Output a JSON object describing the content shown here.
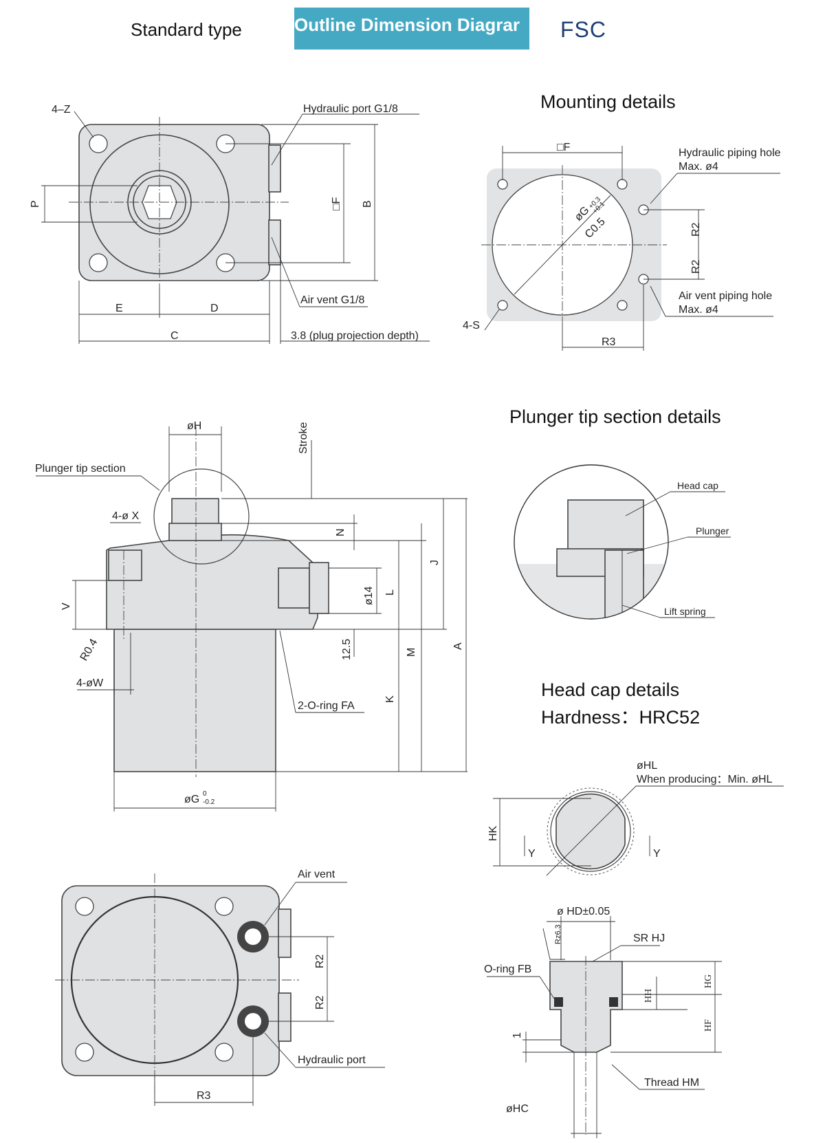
{
  "header": {
    "standard_type": "Standard type",
    "title_banner": "Outline Dimension Diagrar",
    "model": "FSC",
    "banner_color": "#45a9c4",
    "model_color": "#1d3f75"
  },
  "sections": {
    "mounting_details": "Mounting details",
    "plunger_tip_details": "Plunger tip section details",
    "head_cap_details": "Head cap details",
    "hardness": "Hardness：HRC52"
  },
  "top_view": {
    "label_4z": "4–Z",
    "hydraulic_port": "Hydraulic port G1/8",
    "air_vent": "Air vent G1/8",
    "dim_p": "P",
    "dim_f": "□F",
    "dim_b": "B",
    "dim_e": "E",
    "dim_d": "D",
    "dim_c": "C",
    "plug_projection": "3.8 (plug projection depth)"
  },
  "mounting": {
    "dim_f": "□F",
    "dia_g": "øG",
    "tol_g_upper": "+0.3",
    "tol_g_lower": "+0.1",
    "chamfer": "C0.5",
    "hydraulic_hole": "Hydraulic piping hole",
    "hydraulic_hole_max": "Max. ø4",
    "air_vent_hole": "Air vent piping hole",
    "air_vent_hole_max": "Max. ø4",
    "r2_a": "R2",
    "r2_b": "R2",
    "r3": "R3",
    "label_4s": "4-S"
  },
  "side_view": {
    "dia_h": "øH",
    "stroke": "Stroke",
    "plunger_tip_section": "Plunger tip section",
    "label_4x": "4-ø X",
    "dim_v": "V",
    "r04": "R0.4",
    "label_4w": "4-øW",
    "dim_n": "N",
    "dim_j": "J",
    "dia_14": "ø14",
    "dim_l": "L",
    "dim_125": "12.5",
    "dim_m": "M",
    "dim_a": "A",
    "dim_k": "K",
    "oring_fa": "2-O-ring FA",
    "dia_g": "øG",
    "tol_g_upper": "0",
    "tol_g_lower": "-0.2"
  },
  "plunger_tip": {
    "head_cap": "Head cap",
    "plunger": "Plunger",
    "lift_spring": "Lift spring"
  },
  "head_cap_top": {
    "dia_hl": "øHL",
    "when_producing": "When producing：Min. øHL",
    "hk": "HK",
    "y_left": "Y",
    "y_right": "Y"
  },
  "bottom_view": {
    "air_vent": "Air vent",
    "hydraulic_port": "Hydraulic port",
    "r2_a": "R2",
    "r2_b": "R2",
    "r3": "R3"
  },
  "head_cap_section": {
    "dia_hd": "ø HD±0.05",
    "roughness": "Rz6.3",
    "sr_hj": "SR HJ",
    "oring_fb": "O-ring FB",
    "hh": "HH",
    "hg": "HG",
    "hf": "HF",
    "one": "1",
    "thread_hm": "Thread HM",
    "dia_hc": "øHC"
  }
}
